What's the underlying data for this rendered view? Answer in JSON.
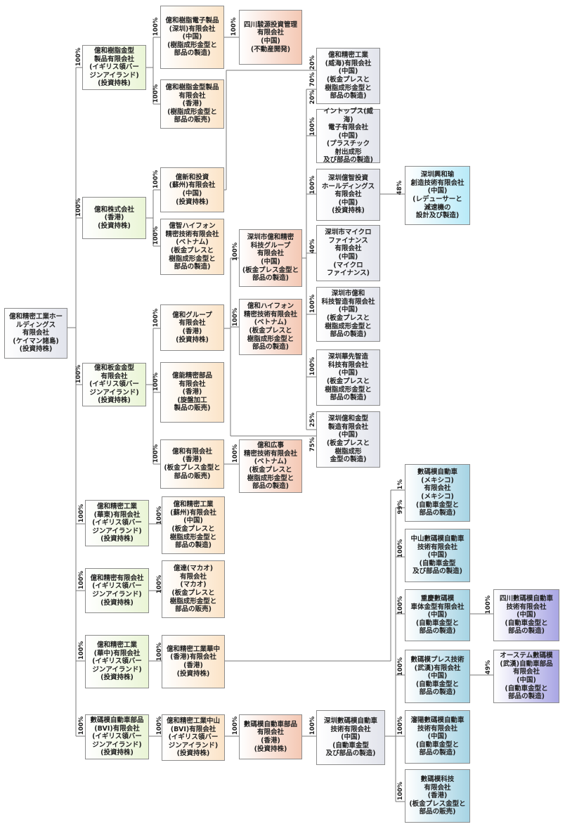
{
  "nodes": {
    "root": "億和精密工業ホー\nルディングス\n有限会社\n(ケイマン諸島)\n(投資持株)",
    "n_mold_bvi": "億和樹脂金型\n製品有限会社\n(イギリス領バー\nジンアイランド)\n(投資持株)",
    "n_hk_kabu": "億和株式会社\n(香港)\n(投資持株)",
    "n_sheet_bvi": "億和板金金型\n有限会社\n(イギリス領バー\nジンアイランド)\n(投資持株)",
    "n_huadong_bvi": "億和精密工業\n(華東)有限会社\n(イギリス領バー\nジンアイランド)\n(投資持株)",
    "n_seimitsu_bvi": "億和精密有限会社\n(イギリス領バー\nジンアイランド)\n(投資持株)",
    "n_huazhong_bvi": "億和精密工業\n(華中)有限会社\n(イギリス領バー\nジンアイランド)\n(投資持株)",
    "n_shumo_bvi": "數碼模自動車部品\n(BVI)有限会社\n(イギリス領バー\nジンアイランド)\n(投資持株)",
    "n_shenzhen_resin": "億和樹脂電子製品\n(深圳)有限会社\n(中国)\n(樹脂成形金型と\n部品の製造)",
    "n_hk_resin": "億和樹脂金型製品\n有限会社\n(香港)\n(樹脂成形金型と\n部品の販売)",
    "n_suzhou_inv": "億新和投資\n(蘇州)有限会社\n(中国)\n(投資持株)",
    "n_vn_yizhi": "億智ハイフォン\n精密技術有限会社\n(ベトナム)\n(板金プレスと\n樹脂成形金型と\n部品の製造)",
    "n_group_hk": "億和グループ\n有限会社\n(香港)\n(投資持株)",
    "n_yineng_hk": "億能精密部品\n有限会社\n(香港)\n(旋盤加工\n製品の販売)",
    "n_yiwa_hk": "億和有限会社\n(香港)\n(板金プレス金型と\n部品の販売)",
    "n_suzhou_seimitsu": "億和精密工業\n(蘇州)有限会社\n(中国)\n(板金プレスと\n樹脂成形金型と\n部品の製造)",
    "n_macau": "億達(マカオ)\n有限会社\n(マカオ)\n(板金プレスと\n樹脂成形金型と\n部品の販売)",
    "n_huazhong_hk": "億和精密工業華中\n(香港)有限会社\n(香港)\n(投資持株)",
    "n_zhongshan_bvi": "億和精密工業中山\n(BVI)有限会社\n(イギリス領バー\nジンアイランド)\n(投資持株)",
    "n_sichuan": "四川駿源投資管理\n有限会社\n(中国)\n(不動産開発)",
    "n_sz_group": "深圳市億和精密\n科技グループ\n有限会社\n(中国)\n(板金プレス金型と\n部品の製造)",
    "n_vn_haiphong": "億和ハイフォン\n精密技術有限会社\n(ベトナム)\n(板金プレスと\n樹脂成形金型と\n部品の製造)",
    "n_vn_guangshi": "億和広事\n精密技術有限会社\n(ベトナム)\n(板金プレスと\n樹脂成形金型と\n部品の製造)",
    "n_shumo_hk": "數碼模自動車部品\n有限会社\n(香港)\n(投資持株)",
    "n_weihai": "億和精密工業\n(威海)有限会社\n(中国)\n(板金プレスと\n樹脂成形金型と\n部品の製造)",
    "n_intops": "イントップス(威海)\n電子有限会社\n(中国)\n(プラスチック\n射出成形\n及び部品の製造)",
    "n_sz_yizhi_hold": "深圳億智投資\nホールディングス\n有限会社\n(中国)\n(投資持株)",
    "n_micro": "深圳市マイクロ\nファイナンス\n有限会社\n(中国)\n(マイクロ\nファイナンス)",
    "n_sz_keji": "深圳市億和\n科技智造有限会社\n(中国)\n(板金プレスと\n樹脂成形金型と\n部品の製造)",
    "n_huaxian": "深圳華先智造\n科技有限会社\n(中国)\n(板金プレスと\n樹脂成形金型と\n部品の製造)",
    "n_sz_mold": "深圳億和金型\n製造有限会社\n(中国)\n(板金プレスと\n樹脂成形\n金型の製造)",
    "n_sz_shumo": "深圳數碼模自動車\n技術有限会社\n(中国)\n(自動車金型\n及び部品の製造)",
    "n_xinghe": "深圳興和瑜\n創造技術有限会社\n(中国)\n(レデューサーと\n減速機の\n設計及び製造)",
    "n_mexico": "數碼模自動車\n(メキシコ)\n有限会社\n(メキシコ)\n(自動車金型と\n部品の製造)",
    "n_zs_shumo": "中山數碼模自動車\n技術有限会社\n(中国)\n(自動車金型\n及び部品の製造)",
    "n_chongqing": "重慶數碼模\n車体金型有限会社\n(中国)\n(自動車金型と\n部品の製造)",
    "n_wuhan_press": "數碼模プレス技術\n(武漢)有限会社\n(中国)\n(自動車金型と\n部品の製造)",
    "n_shenyang": "瀋陽數碼模自動車\n技術有限会社\n(中国)\n(自動車金型と\n部品の製造)",
    "n_shumo_keji": "數碼模科技\n有限会社\n(香港)\n(板金プレス金型と\n部品の販売)",
    "n_sichuan_shumo": "四川數碼模自動車\n技術有限会社\n(中国)\n(自動車金型と\n部品の製造)",
    "n_ostem": "オーステム數碼模\n(武漢)自動車部品\n有限会社\n(中国)\n(自動車金型と\n部品の製造)"
  },
  "percentages": {
    "root_mold_bvi": "100%",
    "root_hk_kabu": "100%",
    "root_sheet_bvi": "100%",
    "root_huadong_bvi": "100%",
    "root_seimitsu_bvi": "100%",
    "root_huazhong_bvi": "100%",
    "root_shumo_bvi": "100%",
    "mold_shenzhen_resin": "100%",
    "mold_hk_resin": "100%",
    "hk_suzhou_inv": "100%",
    "hk_vn_yizhi": "100%",
    "sheet_group_hk": "100%",
    "sheet_yineng_hk": "100%",
    "sheet_yiwa_hk": "100%",
    "huadong_suzhou": "100%",
    "seimitsu_macau": "100%",
    "huazhong_hk": "100%",
    "shumobvi_zhongshan": "100%",
    "resin_sichuan": "100%",
    "group_sz_group": "100%",
    "group_vn_haiphong": "100%",
    "yiwa_vn_guangshi": "100%",
    "zhongshan_shumo_hk": "100%",
    "suzhou_weihai": "70%",
    "szgroup_weihai": "20%",
    "szgroup_intops": "100%",
    "szgroup_yizhi_hold": "100%",
    "szgroup_micro": "40%",
    "szgroup_keji": "100%",
    "szgroup_huaxian": "100%",
    "szgroup_mold": "25%",
    "guangshi_mold": "75%",
    "shumohk_sz_shumo": "100%",
    "yizhi_xinghe": "48%",
    "huazhong_mexico": "1%",
    "szshumo_mexico": "99%",
    "szshumo_zs": "100%",
    "szshumo_chongqing": "100%",
    "szshumo_wuhan": "100%",
    "szshumo_shenyang": "100%",
    "szshumo_keji": "100%",
    "chongqing_sichuan": "100%",
    "wuhan_ostem": "49%"
  }
}
